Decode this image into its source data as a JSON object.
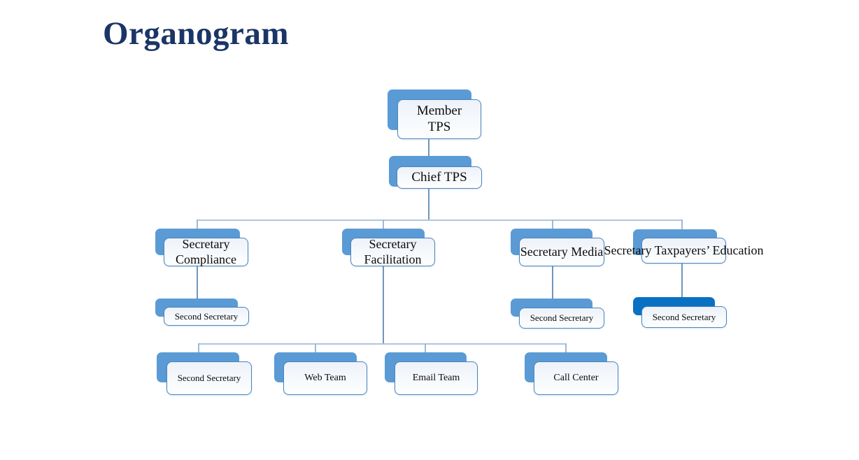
{
  "title": "Organogram",
  "colors": {
    "title_text": "#1B3567",
    "node_accent": "#5B9BD5",
    "node_accent_dark": "#0A70C2",
    "node_border": "#4A84BD",
    "connector_vertical": "#6F96BE",
    "connector_horizontal": "#AFC6DD"
  },
  "nodes": {
    "member_tps": {
      "label": "Member TPS"
    },
    "chief_tps": {
      "label": "Chief TPS"
    },
    "secretary_compliance": {
      "label": "Secretary Compliance"
    },
    "secretary_facilitation": {
      "label": "Secretary Facilitation"
    },
    "secretary_media": {
      "label": "Secretary Media"
    },
    "secretary_taxpayers_education": {
      "label": "Secretary Taxpayers’ Education"
    },
    "second_secretary_compliance": {
      "label": "Second Secretary"
    },
    "second_secretary_media": {
      "label": "Second Secretary"
    },
    "second_secretary_taxpayers": {
      "label": "Second Secretary"
    },
    "second_secretary_facilitation": {
      "label": "Second Secretary"
    },
    "web_team": {
      "label": "Web Team"
    },
    "email_team": {
      "label": "Email Team"
    },
    "call_center": {
      "label": "Call Center"
    }
  },
  "edges": [
    [
      "member_tps",
      "chief_tps"
    ],
    [
      "chief_tps",
      "secretary_compliance"
    ],
    [
      "chief_tps",
      "secretary_facilitation"
    ],
    [
      "chief_tps",
      "secretary_media"
    ],
    [
      "chief_tps",
      "secretary_taxpayers_education"
    ],
    [
      "secretary_compliance",
      "second_secretary_compliance"
    ],
    [
      "secretary_media",
      "second_secretary_media"
    ],
    [
      "secretary_taxpayers_education",
      "second_secretary_taxpayers"
    ],
    [
      "secretary_facilitation",
      "second_secretary_facilitation"
    ],
    [
      "secretary_facilitation",
      "web_team"
    ],
    [
      "secretary_facilitation",
      "email_team"
    ],
    [
      "secretary_facilitation",
      "call_center"
    ]
  ]
}
